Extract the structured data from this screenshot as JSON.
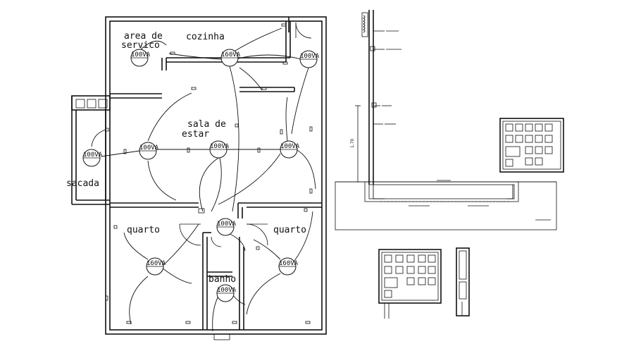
{
  "rooms": {
    "area_servico_1": "area de",
    "area_servico_2": "servico",
    "cozinha": "cozinha",
    "sala_1": "sala de",
    "sala_2": "estar",
    "sacada": "sacada",
    "quarto_left": "quarto",
    "quarto_right": "quarto",
    "banho": "banho"
  },
  "lamps": {
    "servico": "100VA",
    "cozinha": "160VA",
    "cozinha_right": "100VA",
    "sacada": "100VA",
    "sala_left": "100VA",
    "sala_mid": "100VA",
    "sala_right": "100VA",
    "corridor": "100VA",
    "quarto_left": "160VA",
    "quarto_right": "160VA",
    "banho": "100VA"
  },
  "section": {
    "dimension": "1.70"
  }
}
